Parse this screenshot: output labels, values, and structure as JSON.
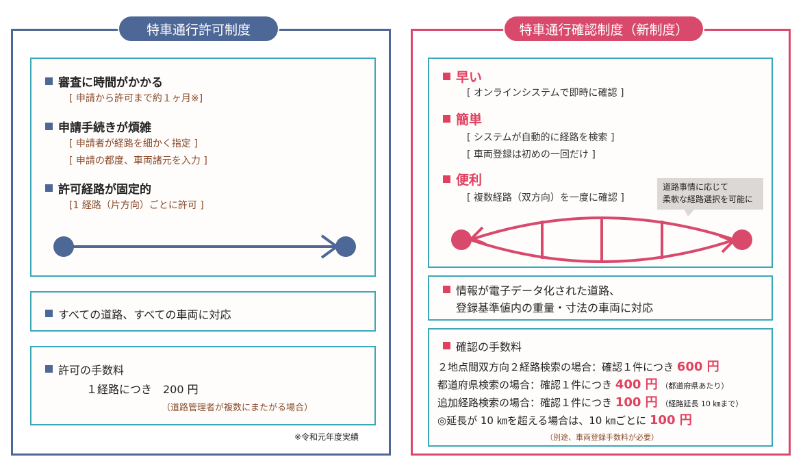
{
  "left": {
    "title": "特車通行許可制度",
    "points": [
      {
        "heading": "審査に時間がかかる",
        "notes": [
          "[ 申請から許可まで約１ヶ月※]"
        ]
      },
      {
        "heading": "申請手続きが煩雑",
        "notes": [
          "[ 申請者が経路を細かく指定 ]",
          "[ 申請の都度、車両諸元を入力 ]"
        ]
      },
      {
        "heading": "許可経路が固定的",
        "notes": [
          "[1 経路（片方向）ごとに許可 ]"
        ]
      }
    ],
    "coverage": "すべての道路、すべての車両に対応",
    "fee_title": "許可の手数料",
    "fee_line": "１経路につき　200 円",
    "fee_note": "（道路管理者が複数にまたがる場合）",
    "footnote": "※令和元年度実績"
  },
  "right": {
    "title": "特車通行確認制度（新制度）",
    "points": [
      {
        "heading": "早い",
        "notes": [
          "[ オンラインシステムで即時に確認 ]"
        ]
      },
      {
        "heading": "簡単",
        "notes": [
          "[ システムが自動的に経路を検索 ]",
          "[ 車両登録は初めの一回だけ ]"
        ]
      },
      {
        "heading": "便利",
        "notes": [
          "[ 複数経路（双方向）を一度に確認 ]"
        ]
      }
    ],
    "callout": [
      "道路事情に応じて",
      "柔軟な経路選択を可能に"
    ],
    "coverage": [
      "情報が電子データ化された道路、",
      "登録基準値内の重量・寸法の車両に対応"
    ],
    "fee_title": "確認の手数料",
    "fees": [
      {
        "text": "２地点間双方向２経路検索の場合：確認１件につき",
        "price": "600 円",
        "note": ""
      },
      {
        "text": "都道府県検索の場合：確認１件につき",
        "price": "400 円",
        "note": "（都道府県あたり）"
      },
      {
        "text": "追加経路検索の場合：確認１件につき",
        "price": "100 円",
        "note": "（経路延長 10 ㎞まで）"
      },
      {
        "text": "◎延長が 10 ㎞を超える場合は、10 ㎞ごとに",
        "price": "100 円",
        "note": ""
      }
    ],
    "fee_note": "（別途、車両登録手数料が必要）"
  },
  "colors": {
    "navy": "#4d6796",
    "crimson": "#d8496b",
    "teal": "#3aa8b8"
  }
}
